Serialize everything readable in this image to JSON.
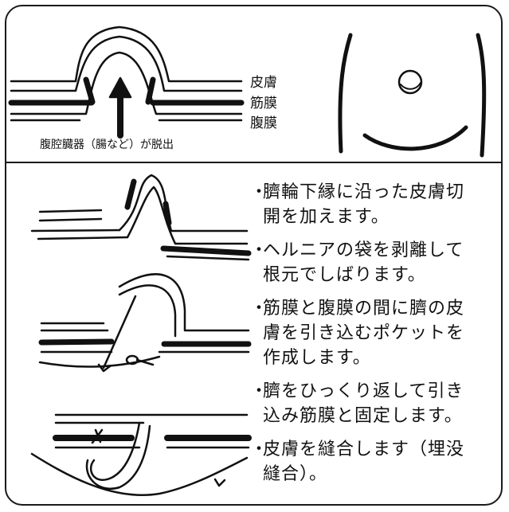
{
  "top_panel": {
    "layers": [
      "皮膚",
      "筋膜",
      "腹膜"
    ],
    "caption": "腹腔臓器（腸など）が脱出"
  },
  "steps": [
    "臍輪下縁に沿った皮膚切\n開を加えます。",
    "ヘルニアの袋を剥離して\n根元でしばります。",
    "筋膜と腹膜の間に臍の皮\n膚を引き込むポケットを\n作成します。",
    "臍をひっくり返して引き\n込み筋膜と固定します。",
    "皮膚を縫合します（埋没\n縫合）。"
  ],
  "bullet": "・"
}
